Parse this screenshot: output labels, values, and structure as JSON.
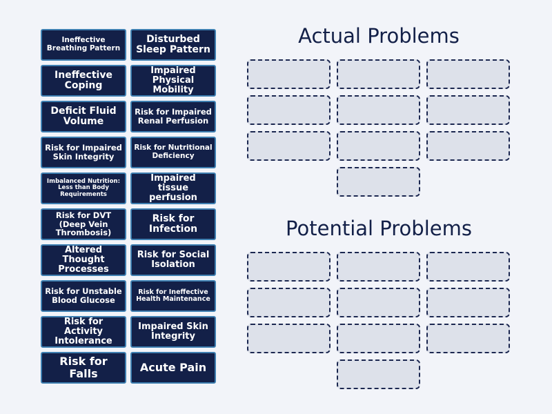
{
  "cards": [
    "Ineffective Breathing Pattern",
    "Disturbed Sleep Pattern",
    "Ineffective Coping",
    "Impaired Physical Mobility",
    "Deficit Fluid Volume",
    "Risk for Impaired Renal Perfusion",
    "Risk for Impaired Skin Integrity",
    "Risk for Nutritional Deficiency",
    "Imbalanced Nutrition: Less than Body Requirements",
    "Impaired tissue perfusion",
    "Risk for DVT (Deep Vein Thrombosis)",
    "Risk for Infection",
    "Altered Thought Processes",
    "Risk for Social Isolation",
    "Risk for Unstable Blood Glucose",
    "Risk for Ineffective Health Maintenance",
    "Risk for Activity Intolerance",
    "Impaired Skin Integrity",
    "Risk for Falls",
    "Acute Pain"
  ],
  "actual": {
    "title": "Actual Problems"
  },
  "potential": {
    "title": "Potential Problems"
  },
  "colors": {
    "card_bg": "#132048",
    "card_border": "#3e7fb1",
    "slot_bg": "#dde1ea",
    "title": "#132048",
    "page_bg": "#f2f4f9"
  }
}
